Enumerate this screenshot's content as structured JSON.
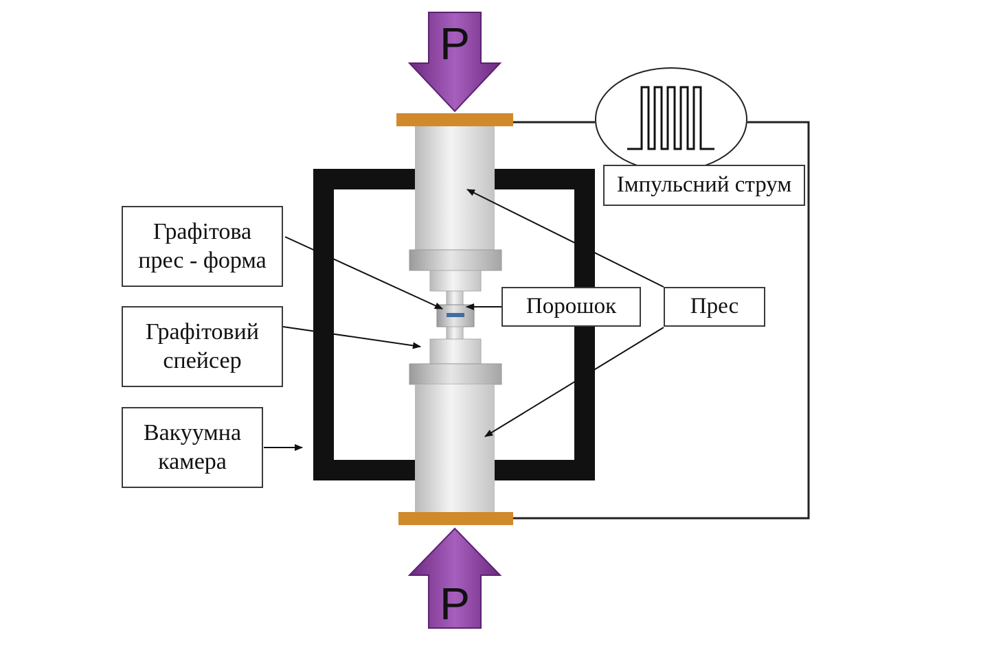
{
  "labels": {
    "graphite_die": [
      "Графітова",
      "прес - форма"
    ],
    "graphite_spacer": [
      "Графітовий",
      "спейсер"
    ],
    "vacuum_chamber": [
      "Вакуумна",
      "камера"
    ],
    "powder": "Порошок",
    "press": "Прес",
    "pulse_current": "Імпульсний струм"
  },
  "force_top": "P",
  "force_bottom": "P",
  "colors": {
    "force_arrow": "#8a3f9e",
    "electrode": "#d08a2c",
    "chamber": "#111111",
    "piston": "#d6d6d6",
    "powder": "#3d6fa3",
    "wire": "#222222"
  }
}
